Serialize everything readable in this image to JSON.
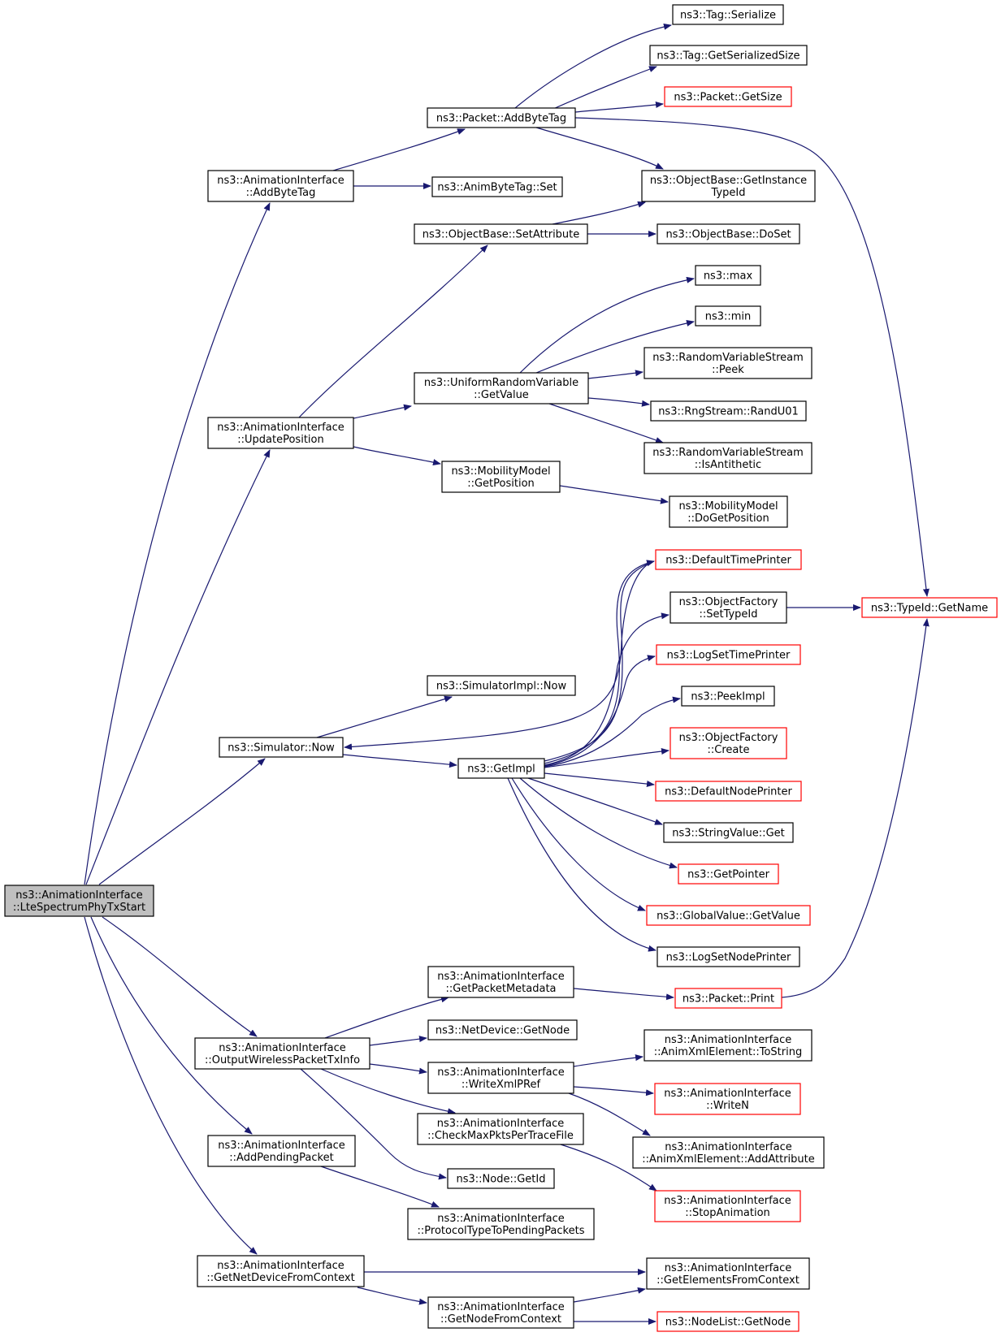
{
  "colors": {
    "edge": "#191970",
    "node_border": "#000000",
    "linked_node_border": "#ff0000",
    "root_fill": "#bfbfbf",
    "node_fill": "#ffffff"
  },
  "nodes": [
    {
      "id": "root",
      "lines": [
        "ns3::AnimationInterface",
        "::LteSpectrumPhyTxStart"
      ],
      "style": "root"
    },
    {
      "id": "addbytetag",
      "lines": [
        "ns3::AnimationInterface",
        "::AddByteTag"
      ],
      "style": "normal"
    },
    {
      "id": "updatepos",
      "lines": [
        "ns3::AnimationInterface",
        "::UpdatePosition"
      ],
      "style": "normal"
    },
    {
      "id": "simnow",
      "lines": [
        "ns3::Simulator::Now"
      ],
      "style": "normal"
    },
    {
      "id": "outwireless",
      "lines": [
        "ns3::AnimationInterface",
        "::OutputWirelessPacketTxInfo"
      ],
      "style": "normal"
    },
    {
      "id": "addpending",
      "lines": [
        "ns3::AnimationInterface",
        "::AddPendingPacket"
      ],
      "style": "normal"
    },
    {
      "id": "getnetdev",
      "lines": [
        "ns3::AnimationInterface",
        "::GetNetDeviceFromContext"
      ],
      "style": "normal"
    },
    {
      "id": "pktaddbytetag",
      "lines": [
        "ns3::Packet::AddByteTag"
      ],
      "style": "normal"
    },
    {
      "id": "animbytetagset",
      "lines": [
        "ns3::AnimByteTag::Set"
      ],
      "style": "normal"
    },
    {
      "id": "setattr",
      "lines": [
        "ns3::ObjectBase::SetAttribute"
      ],
      "style": "normal"
    },
    {
      "id": "urvgetvalue",
      "lines": [
        "ns3::UniformRandomVariable",
        "::GetValue"
      ],
      "style": "normal"
    },
    {
      "id": "mmgetpos",
      "lines": [
        "ns3::MobilityModel",
        "::GetPosition"
      ],
      "style": "normal"
    },
    {
      "id": "simimplnow",
      "lines": [
        "ns3::SimulatorImpl::Now"
      ],
      "style": "normal"
    },
    {
      "id": "getimpl",
      "lines": [
        "ns3::GetImpl"
      ],
      "style": "normal"
    },
    {
      "id": "getpktmeta",
      "lines": [
        "ns3::AnimationInterface",
        "::GetPacketMetadata"
      ],
      "style": "normal"
    },
    {
      "id": "netdevgetnode",
      "lines": [
        "ns3::NetDevice::GetNode"
      ],
      "style": "normal"
    },
    {
      "id": "writexmlpref",
      "lines": [
        "ns3::AnimationInterface",
        "::WriteXmlPRef"
      ],
      "style": "normal"
    },
    {
      "id": "checkmax",
      "lines": [
        "ns3::AnimationInterface",
        "::CheckMaxPktsPerTraceFile"
      ],
      "style": "normal"
    },
    {
      "id": "nodegetid",
      "lines": [
        "ns3::Node::GetId"
      ],
      "style": "normal"
    },
    {
      "id": "prototopend",
      "lines": [
        "ns3::AnimationInterface",
        "::ProtocolTypeToPendingPackets"
      ],
      "style": "normal"
    },
    {
      "id": "getnodefromctx",
      "lines": [
        "ns3::AnimationInterface",
        "::GetNodeFromContext"
      ],
      "style": "normal"
    },
    {
      "id": "tagserialize",
      "lines": [
        "ns3::Tag::Serialize"
      ],
      "style": "normal"
    },
    {
      "id": "taggetsersize",
      "lines": [
        "ns3::Tag::GetSerializedSize"
      ],
      "style": "normal"
    },
    {
      "id": "pktgetsize",
      "lines": [
        "ns3::Packet::GetSize"
      ],
      "style": "linked"
    },
    {
      "id": "getinsttypeid",
      "lines": [
        "ns3::ObjectBase::GetInstance",
        "TypeId"
      ],
      "style": "normal"
    },
    {
      "id": "doset",
      "lines": [
        "ns3::ObjectBase::DoSet"
      ],
      "style": "normal"
    },
    {
      "id": "max",
      "lines": [
        "ns3::max"
      ],
      "style": "normal"
    },
    {
      "id": "min",
      "lines": [
        "ns3::min"
      ],
      "style": "normal"
    },
    {
      "id": "rvspeek",
      "lines": [
        "ns3::RandomVariableStream",
        "::Peek"
      ],
      "style": "normal"
    },
    {
      "id": "randu01",
      "lines": [
        "ns3::RngStream::RandU01"
      ],
      "style": "normal"
    },
    {
      "id": "isantithetic",
      "lines": [
        "ns3::RandomVariableStream",
        "::IsAntithetic"
      ],
      "style": "normal"
    },
    {
      "id": "dogetpos",
      "lines": [
        "ns3::MobilityModel",
        "::DoGetPosition"
      ],
      "style": "normal"
    },
    {
      "id": "deftimeprinter",
      "lines": [
        "ns3::DefaultTimePrinter"
      ],
      "style": "linked"
    },
    {
      "id": "ofsettypeid",
      "lines": [
        "ns3::ObjectFactory",
        "::SetTypeId"
      ],
      "style": "normal"
    },
    {
      "id": "logsettimeprinter",
      "lines": [
        "ns3::LogSetTimePrinter"
      ],
      "style": "linked"
    },
    {
      "id": "peekimpl",
      "lines": [
        "ns3::PeekImpl"
      ],
      "style": "normal"
    },
    {
      "id": "ofcreate",
      "lines": [
        "ns3::ObjectFactory",
        "::Create"
      ],
      "style": "linked"
    },
    {
      "id": "defnodeprinter",
      "lines": [
        "ns3::DefaultNodePrinter"
      ],
      "style": "linked"
    },
    {
      "id": "stringvalueget",
      "lines": [
        "ns3::StringValue::Get"
      ],
      "style": "normal"
    },
    {
      "id": "getpointer",
      "lines": [
        "ns3::GetPointer"
      ],
      "style": "linked"
    },
    {
      "id": "globalvalueget",
      "lines": [
        "ns3::GlobalValue::GetValue"
      ],
      "style": "linked"
    },
    {
      "id": "logsetnodeprinter",
      "lines": [
        "ns3::LogSetNodePrinter"
      ],
      "style": "normal"
    },
    {
      "id": "pktprint",
      "lines": [
        "ns3::Packet::Print"
      ],
      "style": "linked"
    },
    {
      "id": "tostring",
      "lines": [
        "ns3::AnimationInterface",
        "::AnimXmlElement::ToString"
      ],
      "style": "normal"
    },
    {
      "id": "writen",
      "lines": [
        "ns3::AnimationInterface",
        "::WriteN"
      ],
      "style": "linked"
    },
    {
      "id": "addattribute",
      "lines": [
        "ns3::AnimationInterface",
        "::AnimXmlElement::AddAttribute"
      ],
      "style": "normal"
    },
    {
      "id": "stopanim",
      "lines": [
        "ns3::AnimationInterface",
        "::StopAnimation"
      ],
      "style": "linked"
    },
    {
      "id": "getelements",
      "lines": [
        "ns3::AnimationInterface",
        "::GetElementsFromContext"
      ],
      "style": "normal"
    },
    {
      "id": "nodelistgetnode",
      "lines": [
        "ns3::NodeList::GetNode"
      ],
      "style": "linked"
    },
    {
      "id": "typeidgetname",
      "lines": [
        "ns3::TypeId::GetName"
      ],
      "style": "linked"
    }
  ]
}
